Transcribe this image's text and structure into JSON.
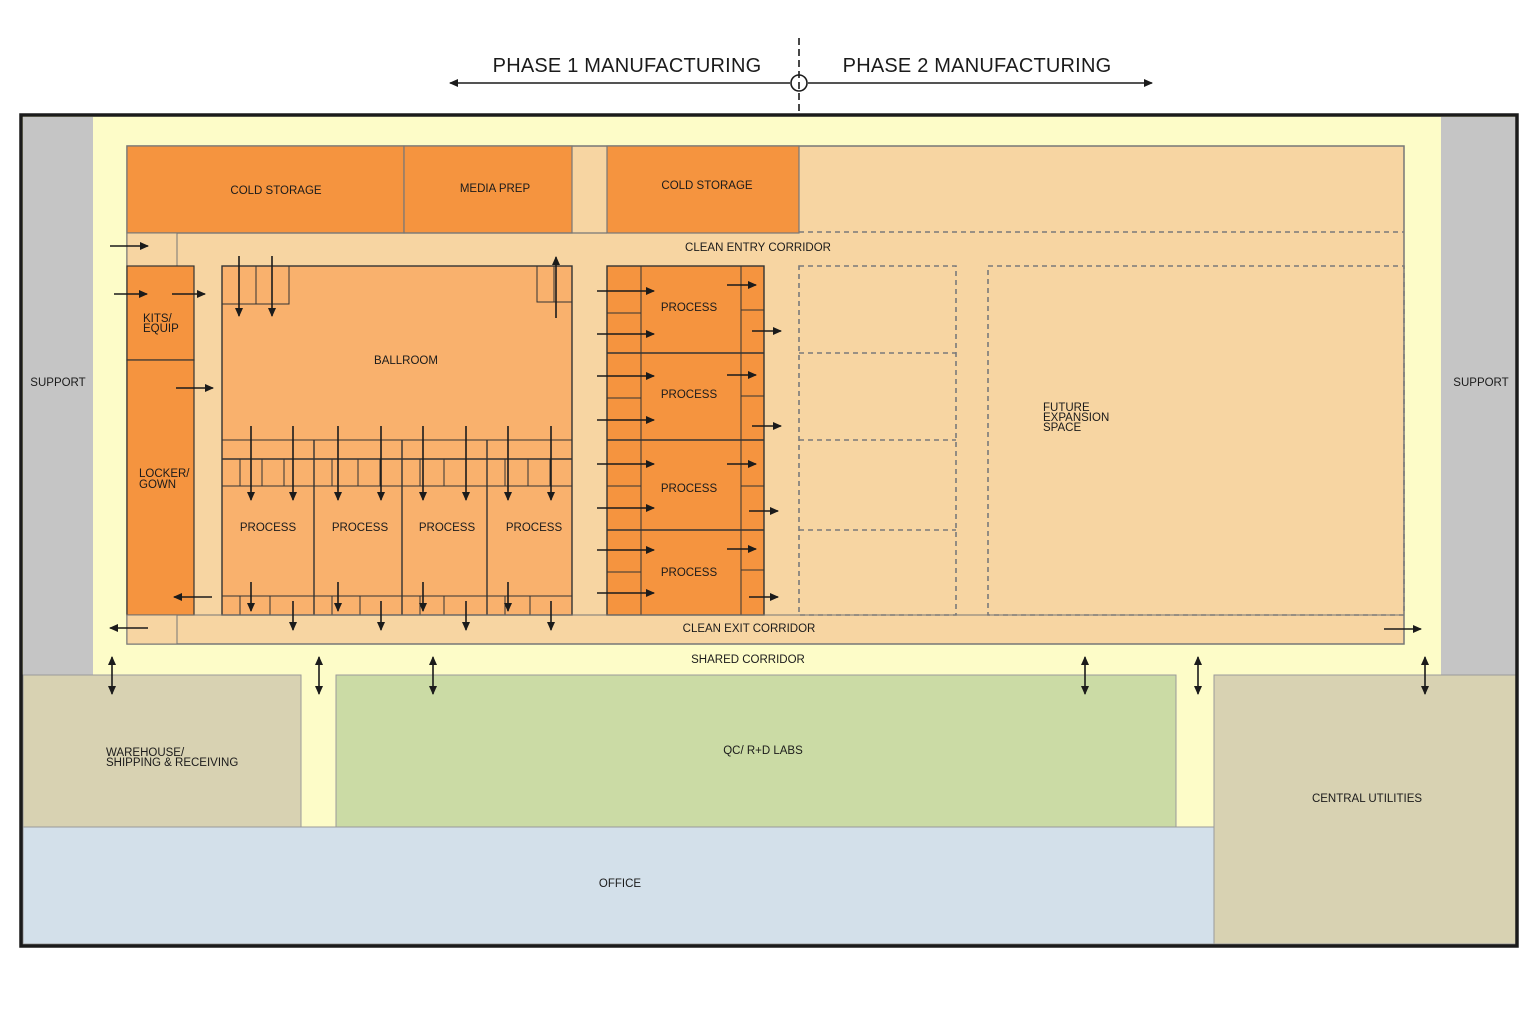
{
  "phase_header": {
    "phase1": "PHASE 1 MANUFACTURING",
    "phase2": "PHASE 2 MANUFACTURING"
  },
  "rooms": {
    "support_left": "SUPPORT",
    "support_right": "SUPPORT",
    "cold_storage_1": "COLD STORAGE",
    "media_prep": "MEDIA PREP",
    "cold_storage_2": "COLD STORAGE",
    "clean_entry_corridor": "CLEAN ENTRY CORRIDOR",
    "kits_equip": [
      "KITS/",
      "EQUIP"
    ],
    "locker_gown": [
      "LOCKER/",
      "GOWN"
    ],
    "ballroom": "BALLROOM",
    "ballroom_process": [
      "PROCESS",
      "PROCESS",
      "PROCESS",
      "PROCESS"
    ],
    "suite_process": [
      "PROCESS",
      "PROCESS",
      "PROCESS",
      "PROCESS"
    ],
    "future_expansion": [
      "FUTURE",
      "EXPANSION",
      "SPACE"
    ],
    "clean_exit_corridor": "CLEAN EXIT CORRIDOR",
    "shared_corridor": "SHARED CORRIDOR",
    "warehouse": [
      "WAREHOUSE/",
      "SHIPPING & RECEIVING"
    ],
    "qc_labs": "QC/ R+D LABS",
    "central_utilities": "CENTRAL UTILITIES",
    "office": "OFFICE"
  },
  "colors": {
    "support": "#c5c5c5",
    "shared_corridor": "#fdfcc8",
    "cleanroom_field": "#f7d5a2",
    "dark_orange": "#f5943f",
    "medium_orange": "#f9b16d",
    "warehouse": "#d8d2b2",
    "labs": "#cbdba5",
    "office": "#d3e0ea",
    "utilities": "#d8d2b2",
    "outline": "#1b1b1b"
  }
}
